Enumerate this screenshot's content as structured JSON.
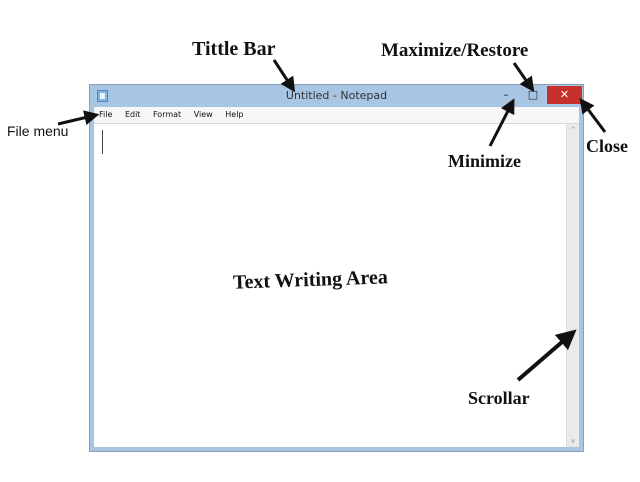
{
  "annotations": {
    "title_bar": "Tittle Bar",
    "maximize_restore": "Maximize/Restore",
    "file_menu": "File menu",
    "minimize": "Minimize",
    "close": "Close",
    "text_writing_area": "Text Writing Area",
    "scrollbar": "Scrollar"
  },
  "window": {
    "title": "Untitled - Notepad",
    "minimize_glyph": "–",
    "maximize_glyph": "□",
    "close_glyph": "✕",
    "close_color": "#c7312b"
  },
  "menu": {
    "items": [
      "File",
      "Edit",
      "Format",
      "View",
      "Help"
    ]
  },
  "scrollbar": {
    "up_glyph": "^",
    "down_glyph": "v"
  },
  "icons": [
    "notepad-app-icon",
    "minimize-icon",
    "maximize-icon",
    "close-icon",
    "scroll-up-icon",
    "scroll-down-icon"
  ]
}
